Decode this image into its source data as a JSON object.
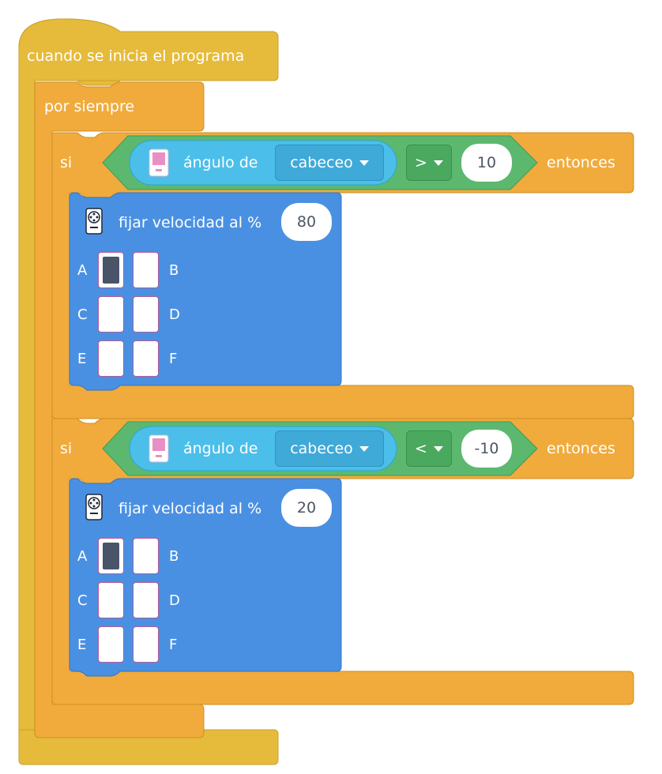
{
  "hat": {
    "label": "cuando se inicia el programa"
  },
  "forever": {
    "label": "por siempre"
  },
  "if_blocks": [
    {
      "si": "si",
      "sensor_label": "ángulo de",
      "axis_value": "cabeceo",
      "operator": ">",
      "threshold": "10",
      "entonces": "entonces",
      "motor": {
        "label": "fijar velocidad al %",
        "speed": "80",
        "ports": [
          {
            "name": "A",
            "selected": true
          },
          {
            "name": "B",
            "selected": false
          },
          {
            "name": "C",
            "selected": false
          },
          {
            "name": "D",
            "selected": false
          },
          {
            "name": "E",
            "selected": false
          },
          {
            "name": "F",
            "selected": false
          }
        ]
      }
    },
    {
      "si": "si",
      "sensor_label": "ángulo de",
      "axis_value": "cabeceo",
      "operator": "<",
      "threshold": "-10",
      "entonces": "entonces",
      "motor": {
        "label": "fijar velocidad al %",
        "speed": "20",
        "ports": [
          {
            "name": "A",
            "selected": true
          },
          {
            "name": "B",
            "selected": false
          },
          {
            "name": "C",
            "selected": false
          },
          {
            "name": "D",
            "selected": false
          },
          {
            "name": "E",
            "selected": false
          },
          {
            "name": "F",
            "selected": false
          }
        ]
      }
    }
  ],
  "colors": {
    "events": "#e6bb3b",
    "control": "#f0ab3c",
    "operators": "#5cb86f",
    "sensors": "#4bbfea",
    "motors": "#4a90e2"
  }
}
